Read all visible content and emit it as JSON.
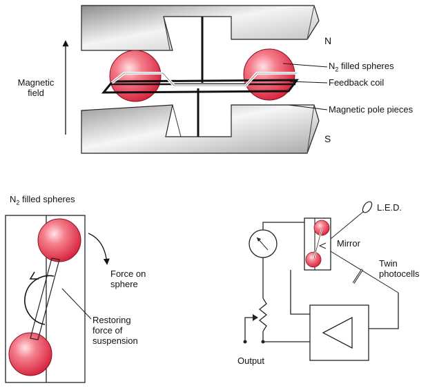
{
  "top_diagram": {
    "pole_north": "N",
    "pole_south": "S",
    "field_label_line1": "Magnetic",
    "field_label_line2": "field",
    "spheres_label_prefix": "N",
    "spheres_label_sub": "2",
    "spheres_label_suffix": " filled spheres",
    "coil_label": "Feedback coil",
    "pole_pieces_label": "Magnetic pole pieces"
  },
  "bottom_left": {
    "title_prefix": "N",
    "title_sub": "2",
    "title_suffix": " filled spheres",
    "force_line1": "Force on",
    "force_line2": "sphere",
    "restoring_line1": "Restoring",
    "restoring_line2": "force of",
    "restoring_line3": "suspension"
  },
  "bottom_right": {
    "led_label": "L.E.D.",
    "mirror_label": "Mirror",
    "photocells_line1": "Twin",
    "photocells_line2": "photocells",
    "output_label": "Output"
  },
  "colors": {
    "sphere": "#e8394e",
    "ink": "#111111",
    "pole_gray": "#9a9a9a"
  }
}
